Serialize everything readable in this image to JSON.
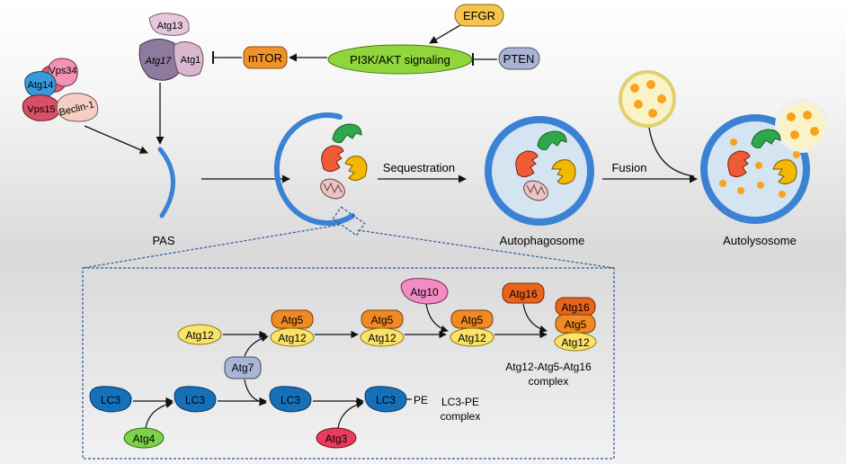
{
  "top": {
    "efgr": "EFGR",
    "pten": "PTEN",
    "pi3k": "PI3K/AKT signaling",
    "mtor": "mTOR",
    "atg13": "Atg13",
    "atg17": "Atg17",
    "atg1": "Atg1",
    "vps34": "Vps34",
    "atg14": "Atg14",
    "vps15": "Vps15",
    "beclin": "Beclin-1"
  },
  "stages": {
    "pas": "PAS",
    "sequestration": "Sequestration",
    "autophagosome": "Autophagosome",
    "fusion": "Fusion",
    "autolysosome": "Autolysosome"
  },
  "detail": {
    "atg12_a": "Atg12",
    "atg5_b": "Atg5",
    "atg12_b": "Atg12",
    "atg7": "Atg7",
    "atg5_c": "Atg5",
    "atg12_c": "Atg12",
    "atg10": "Atg10",
    "atg5_d": "Atg5",
    "atg12_d": "Atg12",
    "atg16_a": "Atg16",
    "atg16_b": "Atg16",
    "atg5_e": "Atg5",
    "atg12_e": "Atg12",
    "complex1_l1": "Atg12-Atg5-Atg16",
    "complex1_l2": "complex",
    "lc3_a": "LC3",
    "lc3_b": "LC3",
    "lc3_c": "LC3",
    "lc3_d": "LC3",
    "pe": "PE",
    "atg4": "Atg4",
    "atg3": "Atg3",
    "complex2_l1": "LC3-PE",
    "complex2_l2": "complex"
  },
  "colors": {
    "membrane": "#3b82d4",
    "green_org": "#2fa84a",
    "red_org": "#ef5a37",
    "yellow_org": "#f5b800",
    "lysosome_dot": "#f8a31c",
    "pi3k_fill": "#8ed63a",
    "atg5": "#f08a24",
    "atg12": "#fbe36a",
    "lc3": "#1570b8",
    "atg10": "#f28cc4",
    "atg16": "#e8641c",
    "atg7": "#a8b4d8",
    "atg4": "#7bd24a",
    "atg3": "#e83c5a",
    "efgr": "#f6c44a",
    "pten": "#a9b3d4",
    "mtor": "#f0922a"
  }
}
